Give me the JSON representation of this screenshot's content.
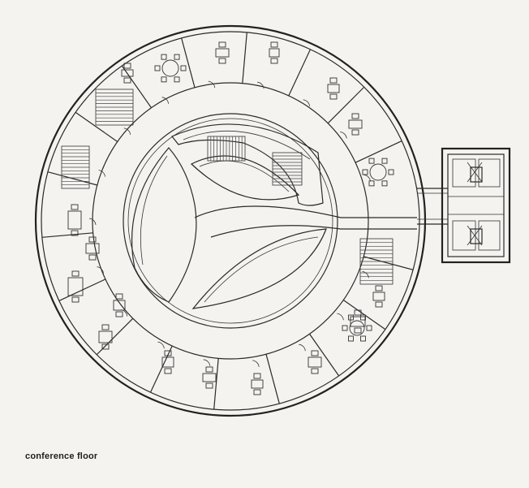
{
  "caption": "conference floor",
  "colors": {
    "background": "#f4f3f0",
    "ink": "#2a2a2a"
  },
  "plan": {
    "office_count": 16,
    "stair_count": 4,
    "has_annex_tower": true,
    "has_central_courtyards": 2
  }
}
